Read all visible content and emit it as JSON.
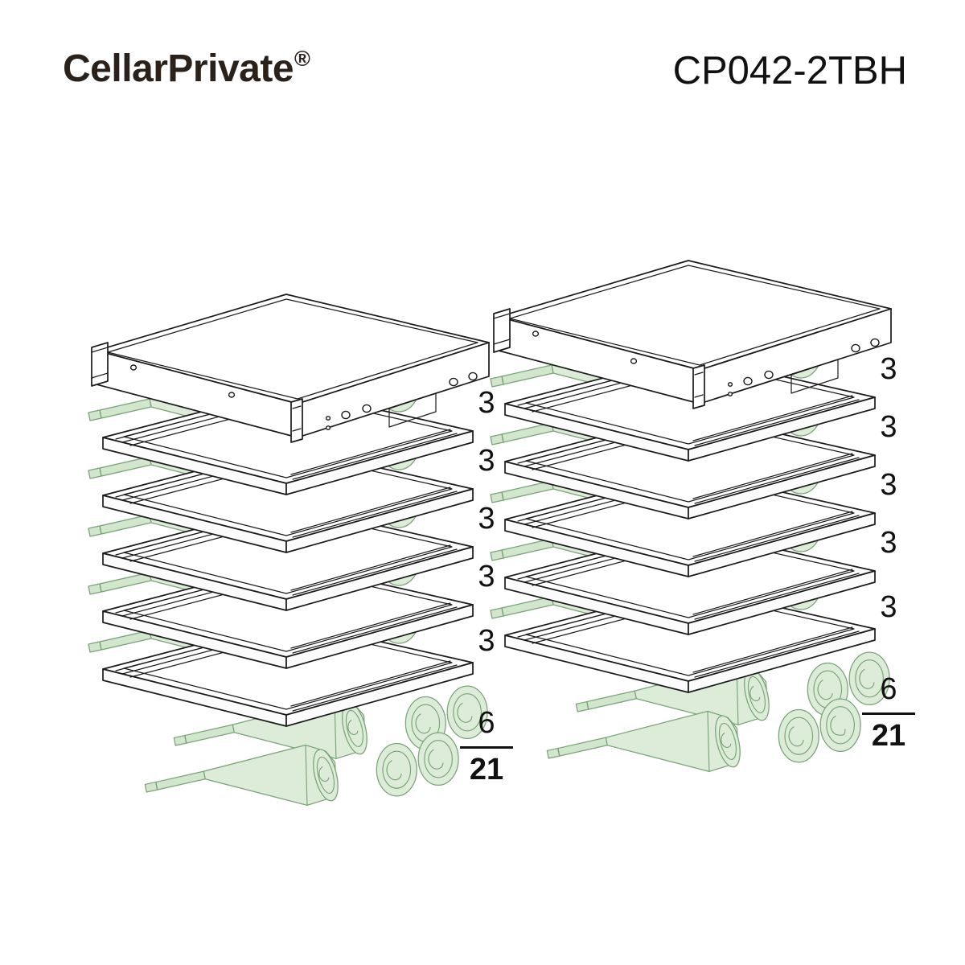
{
  "header": {
    "brand_name": "CellarPrivate",
    "brand_registered_mark": "®",
    "model_number": "CP042-2TBH",
    "brand_color": "#2b211b",
    "model_color": "#111111"
  },
  "diagram": {
    "title": "wine-cabinet-shelf-capacity-exploded-view",
    "bottle_fill_color": "#dcecd8",
    "bottle_outline_color": "#7aa377",
    "metal_outline_color": "#1a1a1a",
    "background_color": "#ffffff",
    "units": [
      {
        "id": "left-unit",
        "name": "left-shelf-stack",
        "has_top_panel": true,
        "top_panel_name": "control-panel-top-unit",
        "shelf_count": 5,
        "shelf_capacity": 3,
        "bulk_capacity": 6,
        "bulk_rows": 2,
        "bulk_per_row": 3,
        "capacity_labels": [
          "3",
          "3",
          "3",
          "3",
          "3",
          "6"
        ],
        "total_label": "21"
      },
      {
        "id": "right-unit",
        "name": "right-shelf-stack",
        "has_top_panel": true,
        "top_panel_name": "control-panel-top-unit",
        "shelf_count": 5,
        "shelf_capacity": 3,
        "bulk_capacity": 6,
        "bulk_rows": 2,
        "bulk_per_row": 3,
        "capacity_labels": [
          "3",
          "3",
          "3",
          "3",
          "3",
          "6"
        ],
        "total_label": "21"
      }
    ]
  },
  "left_capacity": {
    "rows": [
      "3",
      "3",
      "3",
      "3",
      "3",
      "6"
    ],
    "total": "21"
  },
  "right_capacity": {
    "rows": [
      "3",
      "3",
      "3",
      "3",
      "3",
      "6"
    ],
    "total": "21"
  }
}
